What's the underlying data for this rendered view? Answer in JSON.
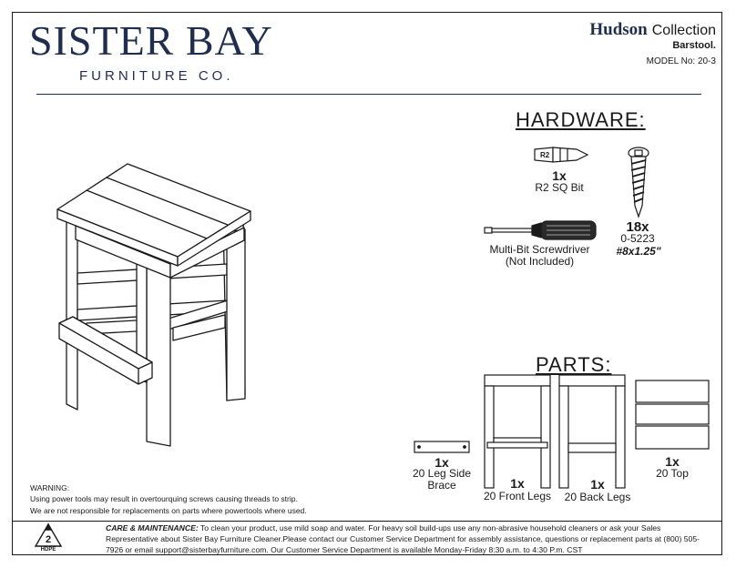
{
  "brand": {
    "name": "SISTER BAY",
    "tagline": "FURNITURE CO."
  },
  "header": {
    "collection_name": "Hudson",
    "collection_word": "Collection",
    "product": "Barstool.",
    "model": "MODEL No: 20-3"
  },
  "hardware": {
    "heading": "HARDWARE:",
    "items": [
      {
        "qty": "1x",
        "label": "R2 SQ Bit",
        "bit_text": "R2"
      },
      {
        "qty": "18x",
        "label": "0-5223",
        "spec": "#8x1.25\""
      },
      {
        "label_line1": "Multi-Bit Screwdriver",
        "label_line2": "(Not Included)"
      }
    ]
  },
  "parts": {
    "heading": "PARTS:",
    "items": [
      {
        "qty": "1x",
        "label_line1": "20 Leg Side",
        "label_line2": "Brace"
      },
      {
        "qty": "1x",
        "label": "20 Front Legs"
      },
      {
        "qty": "1x",
        "label": "20 Back Legs"
      },
      {
        "qty": "1x",
        "label": "20 Top"
      }
    ]
  },
  "warning": {
    "title": "WARNING:",
    "line1": "Using power tools may result in overtourquing screws causing threads to strip.",
    "line2": "We are not responsible for replacements on parts where powertools where used."
  },
  "care": {
    "title": "CARE & MAINTENANCE:",
    "text": "To clean your product, use mild soap and water. For heavy soil build-ups use any non-abrasive household cleaners or ask your Sales Representative about Sister Bay Furniture Cleaner.Please contact our Customer Service Department for assembly assistance, questions or replacement parts at (800) 505-7926 or email support@sisterbayfurniture.com. Our Customer Service Department is available Monday-Friday 8:30 a.m. to 4:30 P.m. CST"
  },
  "recycle": {
    "number": "2",
    "label": "HDPE"
  },
  "colors": {
    "brand": "#1f2e4d",
    "ink": "#1a1a1a"
  }
}
